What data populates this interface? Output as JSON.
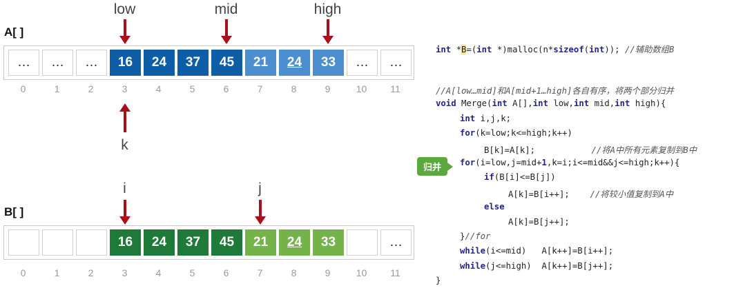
{
  "colors": {
    "arrow": "#a80f1a",
    "a_dark": "#0d5ea6",
    "a_light": "#4c8fd0",
    "b_dark": "#1f7a3a",
    "b_light": "#74b24a"
  },
  "array_a": {
    "label": "A[ ]",
    "cells": [
      {
        "text": "…",
        "style": "empty"
      },
      {
        "text": "…",
        "style": "empty"
      },
      {
        "text": "…",
        "style": "empty"
      },
      {
        "text": "16",
        "style": "dark"
      },
      {
        "text": "24",
        "style": "dark"
      },
      {
        "text": "37",
        "style": "dark"
      },
      {
        "text": "45",
        "style": "dark"
      },
      {
        "text": "21",
        "style": "light"
      },
      {
        "text": "24",
        "style": "light",
        "underline": true
      },
      {
        "text": "33",
        "style": "light"
      },
      {
        "text": "…",
        "style": "empty"
      },
      {
        "text": "…",
        "style": "empty"
      }
    ],
    "indices": [
      "0",
      "1",
      "2",
      "3",
      "4",
      "5",
      "6",
      "7",
      "8",
      "9",
      "10",
      "11"
    ],
    "pointers_top": [
      {
        "label": "low",
        "index": 3
      },
      {
        "label": "mid",
        "index": 6
      },
      {
        "label": "high",
        "index": 9
      }
    ],
    "pointer_below": {
      "label": "k",
      "index": 3
    }
  },
  "array_b": {
    "label": "B[ ]",
    "cells": [
      {
        "text": "",
        "style": "empty"
      },
      {
        "text": "",
        "style": "empty"
      },
      {
        "text": "",
        "style": "empty"
      },
      {
        "text": "16",
        "style": "dark"
      },
      {
        "text": "24",
        "style": "dark"
      },
      {
        "text": "37",
        "style": "dark"
      },
      {
        "text": "45",
        "style": "dark"
      },
      {
        "text": "21",
        "style": "light"
      },
      {
        "text": "24",
        "style": "light",
        "underline": true
      },
      {
        "text": "33",
        "style": "light"
      },
      {
        "text": "",
        "style": "empty"
      },
      {
        "text": "…",
        "style": "empty"
      }
    ],
    "indices": [
      "0",
      "1",
      "2",
      "3",
      "4",
      "5",
      "6",
      "7",
      "8",
      "9",
      "10",
      "11"
    ],
    "pointers_top": [
      {
        "label": "i",
        "index": 3
      },
      {
        "label": "j",
        "index": 7
      }
    ]
  },
  "badge": "归并",
  "code": {
    "line1": [
      {
        "t": "int",
        "c": "kw"
      },
      {
        "t": " *"
      },
      {
        "t": "B",
        "c": "hl"
      },
      {
        "t": "=("
      },
      {
        "t": "int",
        "c": "kw"
      },
      {
        "t": " *)malloc(n*"
      },
      {
        "t": "sizeof",
        "c": "kw"
      },
      {
        "t": "("
      },
      {
        "t": "int",
        "c": "kw"
      },
      {
        "t": ")); "
      },
      {
        "t": "//辅助数组B",
        "c": "cm"
      }
    ],
    "lines": [
      {
        "indent": 0,
        "parts": [
          {
            "t": "//A[low…mid]和A[mid+1…high]各自有序，将两个部分归并",
            "c": "cm"
          }
        ]
      },
      {
        "indent": 0,
        "parts": [
          {
            "t": "void",
            "c": "kw"
          },
          {
            "t": " Merge("
          },
          {
            "t": "int",
            "c": "kw"
          },
          {
            "t": " A[],"
          },
          {
            "t": "int",
            "c": "kw"
          },
          {
            "t": " low,"
          },
          {
            "t": "int",
            "c": "kw"
          },
          {
            "t": " mid,"
          },
          {
            "t": "int",
            "c": "kw"
          },
          {
            "t": " high){"
          }
        ]
      },
      {
        "indent": 1,
        "parts": [
          {
            "t": "int",
            "c": "kw"
          },
          {
            "t": " i,j,k;"
          }
        ]
      },
      {
        "indent": 1,
        "parts": [
          {
            "t": "for",
            "c": "kw"
          },
          {
            "t": "(k=low;k<=high;k++)"
          }
        ]
      },
      {
        "indent": 2,
        "parts": [
          {
            "t": "B[k]=A[k];           "
          },
          {
            "t": "//将A中所有元素复制到B中",
            "c": "cm"
          }
        ]
      },
      {
        "indent": 1,
        "parts": [
          {
            "t": "for",
            "c": "kw"
          },
          {
            "t": "(i=low,j=mid+"
          },
          {
            "t": "1",
            "c": "kw"
          },
          {
            "t": ",k=i;i<=mid&&j<=high;k++){"
          }
        ]
      },
      {
        "indent": 2,
        "parts": [
          {
            "t": "if",
            "c": "kw"
          },
          {
            "t": "(B[i]<=B[j])"
          }
        ]
      },
      {
        "indent": 3,
        "parts": [
          {
            "t": "A[k]=B[i++];    "
          },
          {
            "t": "//将较小值复制到A中",
            "c": "cm"
          }
        ]
      },
      {
        "indent": 2,
        "parts": [
          {
            "t": "else",
            "c": "kw"
          }
        ]
      },
      {
        "indent": 3,
        "parts": [
          {
            "t": "A[k]=B[j++];"
          }
        ]
      },
      {
        "indent": 1,
        "parts": [
          {
            "t": "}"
          },
          {
            "t": "//for",
            "c": "cm"
          }
        ]
      },
      {
        "indent": 1,
        "parts": [
          {
            "t": "while",
            "c": "kw"
          },
          {
            "t": "(i<=mid)   A[k++]=B[i++];"
          }
        ]
      },
      {
        "indent": 1,
        "parts": [
          {
            "t": "while",
            "c": "kw"
          },
          {
            "t": "(j<=high)  A[k++]=B[j++];"
          }
        ]
      },
      {
        "indent": 0,
        "parts": [
          {
            "t": "}"
          }
        ]
      }
    ]
  }
}
